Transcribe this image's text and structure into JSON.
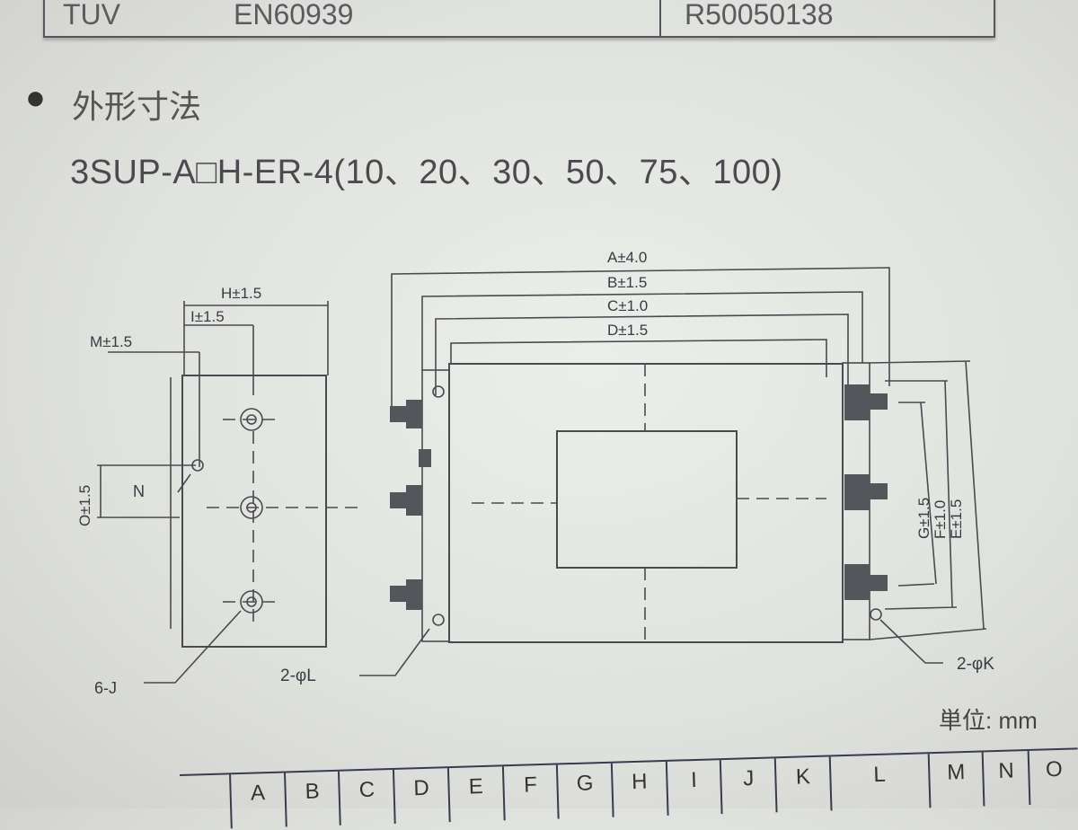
{
  "top_table": {
    "cells": [
      "TUV",
      "EN60939",
      "R50050138"
    ]
  },
  "section": {
    "bullet": "●",
    "title": "外形寸法"
  },
  "model": "3SUP-A□H-ER-4(10、20、30、50、75、100)",
  "side_view": {
    "labels": {
      "H": "H±1.5",
      "I": "I±1.5",
      "M": "M±1.5",
      "O": "O±1.5",
      "N": "N",
      "J": "6-J"
    }
  },
  "front_view": {
    "labels": {
      "A": "A±4.0",
      "B": "B±1.5",
      "C": "C±1.0",
      "D": "D±1.5",
      "G": "G±1.5",
      "F": "F±1.0",
      "E": "E±1.5",
      "L": "2-φL",
      "K": "2-φK"
    }
  },
  "unit": "単位: mm",
  "bottom_table": {
    "headers": [
      "A",
      "B",
      "C",
      "D",
      "E",
      "F",
      "G",
      "H",
      "I",
      "J",
      "K",
      "L",
      "M",
      "N",
      "O"
    ]
  }
}
